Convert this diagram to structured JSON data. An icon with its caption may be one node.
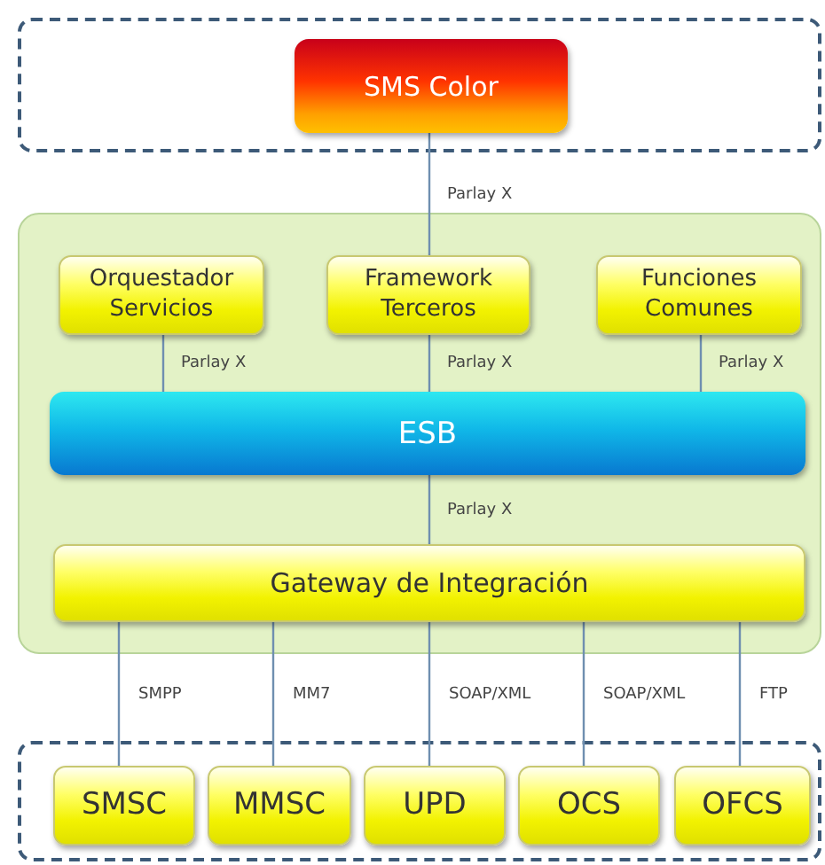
{
  "diagram": {
    "nodes": [
      {
        "text": [],
        "shape": "box"
      },
      {
        "text": [
          "SMS Color"
        ],
        "in": 0
      },
      {
        "text": [],
        "shape": "box"
      },
      {
        "text": [
          "Orquestador Servicios"
        ],
        "in": 2
      },
      {
        "text": [
          "Framework Terceros"
        ],
        "in": 2
      },
      {
        "text": [
          "Funciones Comunes"
        ],
        "in": 2
      },
      {
        "text": [
          "ESB"
        ],
        "in": 2
      },
      {
        "text": [
          "Gateway de Integración"
        ],
        "in": 2
      },
      {
        "text": [],
        "shape": "box"
      },
      {
        "text": [
          "SMSC"
        ],
        "in": 8
      },
      {
        "text": [
          "MMSC"
        ],
        "in": 8
      },
      {
        "text": [
          "UPD"
        ],
        "in": 8
      },
      {
        "text": [
          "OCS"
        ],
        "in": 8
      },
      {
        "text": [
          "OFCS"
        ],
        "in": 8
      }
    ],
    "edges": [
      {
        "from": 1,
        "to": 4,
        "arrow": "none",
        "label": "Parlay X"
      },
      {
        "from": 3,
        "to": 6,
        "arrow": "none",
        "label": "Parlay X"
      },
      {
        "from": 4,
        "to": 6,
        "arrow": "none",
        "label": "Parlay X"
      },
      {
        "from": 5,
        "to": 6,
        "arrow": "none",
        "label": "Parlay X"
      },
      {
        "from": 6,
        "to": 7,
        "arrow": "none",
        "label": "Parlay X"
      },
      {
        "from": 7,
        "to": 9,
        "arrow": "none",
        "label": "SMPP"
      },
      {
        "from": 7,
        "to": 10,
        "arrow": "none",
        "label": "MM7"
      },
      {
        "from": 7,
        "to": 11,
        "arrow": "none",
        "label": "SOAP/XML"
      },
      {
        "from": 7,
        "to": 12,
        "arrow": "none",
        "label": "SOAP/XML"
      },
      {
        "from": 7,
        "to": 13,
        "arrow": "none",
        "label": "FTP"
      }
    ]
  }
}
